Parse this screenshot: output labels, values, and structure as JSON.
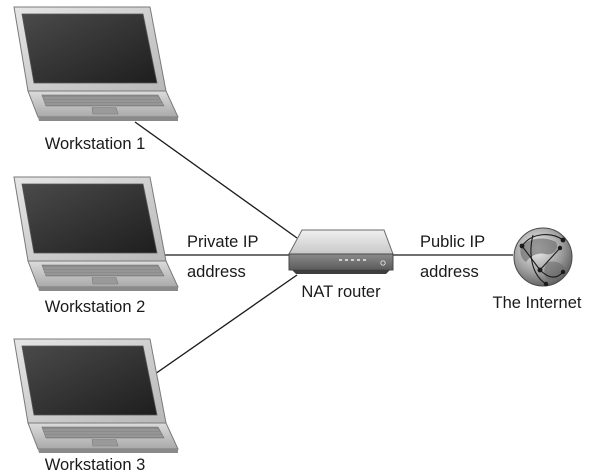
{
  "workstations": [
    {
      "label": "Workstation 1"
    },
    {
      "label": "Workstation 2"
    },
    {
      "label": "Workstation 3"
    }
  ],
  "router": {
    "label": "NAT router"
  },
  "internet": {
    "label": "The Internet"
  },
  "private_link": {
    "line1": "Private IP",
    "line2": "address"
  },
  "public_link": {
    "line1": "Public IP",
    "line2": "address"
  },
  "colors": {
    "line": "#1a1a1a",
    "device_body": "#d4d4d4",
    "screen": "#2b2b2b",
    "text": "#1a1a1a"
  }
}
